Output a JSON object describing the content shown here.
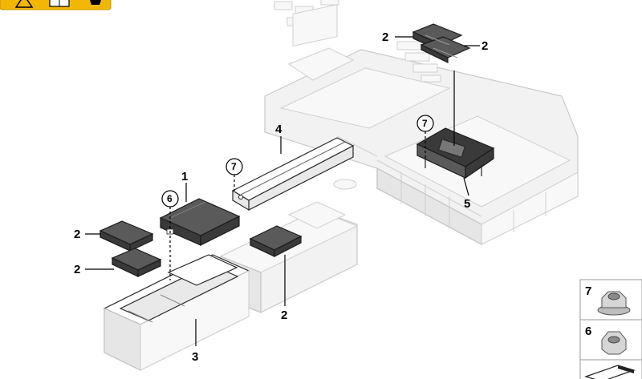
{
  "warning_badge": {
    "color": "#f2b705"
  },
  "callouts": {
    "part_1": "1",
    "part_2_top_left": "2",
    "part_2_top_right": "2",
    "part_2_left_upper": "2",
    "part_2_left_lower": "2",
    "part_2_bottom": "2",
    "part_3": "3",
    "part_4": "4",
    "part_5": "5",
    "circled_6": "6",
    "circled_7_left": "7",
    "circled_7_right": "7"
  },
  "legend": {
    "items": [
      {
        "label": "7",
        "icon": "flange-nut-icon"
      },
      {
        "label": "6",
        "icon": "hex-nut-icon"
      }
    ],
    "bottom_icon": "scale-arrow-icon"
  }
}
